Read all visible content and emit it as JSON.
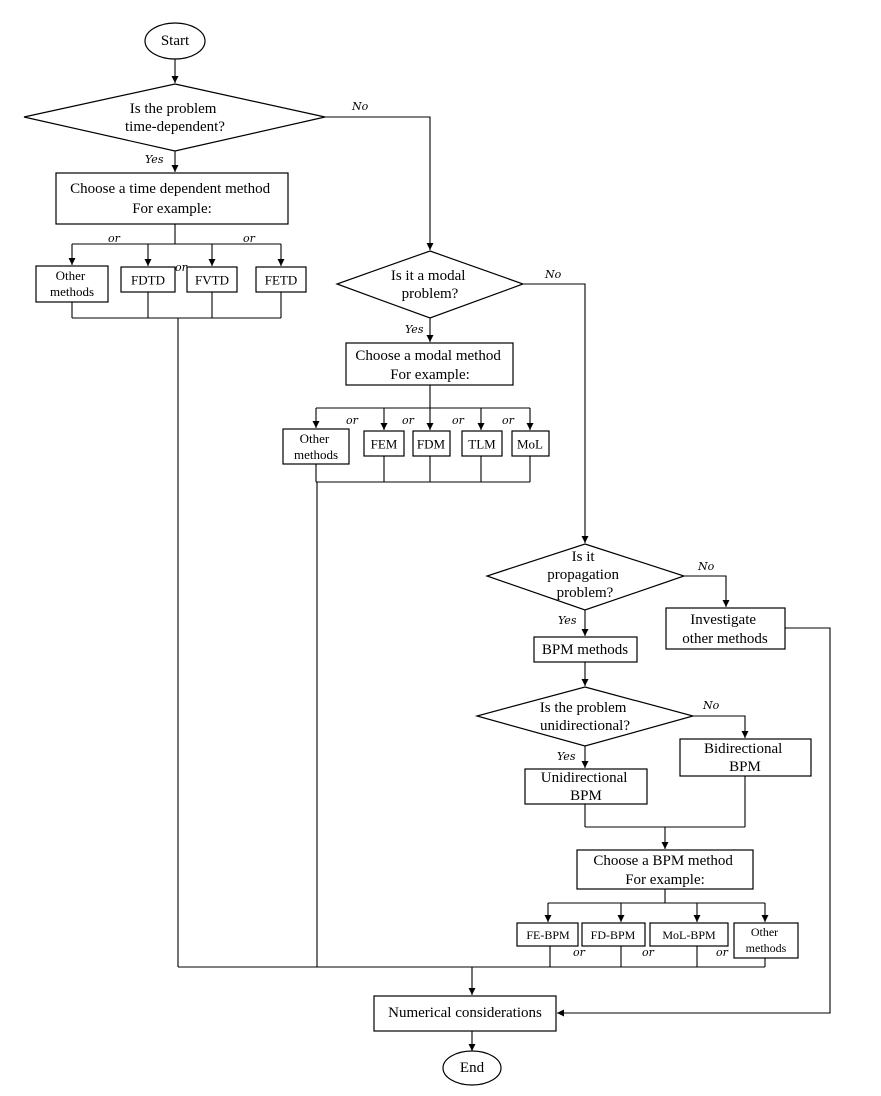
{
  "nodes": {
    "start": "Start",
    "q_time": [
      "Is the problem",
      "time-dependent?"
    ],
    "choose_time": [
      "Choose a time dependent method",
      "For example:"
    ],
    "other_time": [
      "Other",
      "methods"
    ],
    "fdtd": "FDTD",
    "fvtd": "FVTD",
    "fetd": "FETD",
    "q_modal": [
      "Is it a modal",
      "problem?"
    ],
    "choose_modal": [
      "Choose a modal method",
      "For example:"
    ],
    "other_modal": [
      "Other",
      "methods"
    ],
    "fem": "FEM",
    "fdm": "FDM",
    "tlm": "TLM",
    "mol": "MoL",
    "q_prop": [
      "Is it",
      "propagation",
      "problem?"
    ],
    "investigate": [
      "Investigate",
      "other methods"
    ],
    "bpm_methods": "BPM methods",
    "q_uni": [
      "Is the problem",
      "unidirectional?"
    ],
    "bidirectional": [
      "Bidirectional",
      "BPM"
    ],
    "unidirectional": [
      "Unidirectional",
      "BPM"
    ],
    "choose_bpm": [
      "Choose a BPM method",
      "For example:"
    ],
    "fe_bpm": "FE-BPM",
    "fd_bpm": "FD-BPM",
    "mol_bpm": "MoL-BPM",
    "other_bpm": [
      "Other",
      "methods"
    ],
    "numerical": "Numerical considerations",
    "end": "End"
  },
  "edge_labels": {
    "yes": "Yes",
    "no": "No",
    "or": "or"
  }
}
